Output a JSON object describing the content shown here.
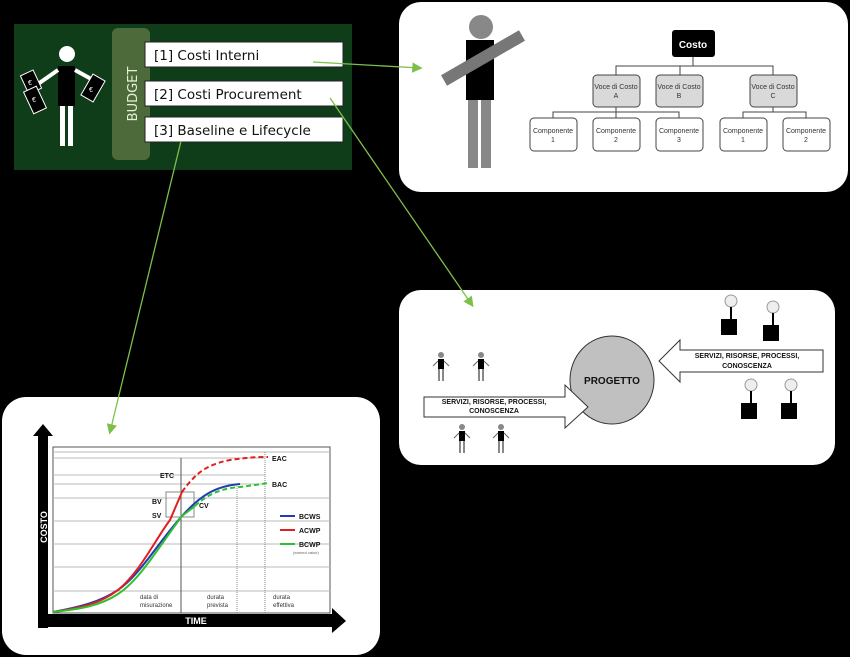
{
  "budget": {
    "title": "BUDGET",
    "items": [
      {
        "label": "[1] Costi Interni"
      },
      {
        "label": "[2] Costi Procurement"
      },
      {
        "label": "[3] Baseline e Lifecycle"
      }
    ]
  },
  "cost_tree": {
    "root": "Costo",
    "voci": [
      {
        "line1": "Voce di Costo",
        "line2": "A"
      },
      {
        "line1": "Voce di Costo",
        "line2": "B"
      },
      {
        "line1": "Voce di Costo",
        "line2": "C"
      }
    ],
    "componenti": [
      {
        "line1": "Componente",
        "line2": "1"
      },
      {
        "line1": "Componente",
        "line2": "2"
      },
      {
        "line1": "Componente",
        "line2": "3"
      },
      {
        "line1": "Componente",
        "line2": "1"
      },
      {
        "line1": "Componente",
        "line2": "2"
      }
    ]
  },
  "procurement": {
    "center": "PROGETTO",
    "left_arrow": {
      "line1": "SERVIZI, RISORSE, PROCESSI,",
      "line2": "CONOSCENZA"
    },
    "right_arrow": {
      "line1": "SERVIZI, RISORSE, PROCESSI,",
      "line2": "CONOSCENZA"
    }
  },
  "evm_chart": {
    "y_axis": "COSTO",
    "x_axis": "TIME",
    "labels": {
      "eac": "EAC",
      "bac": "BAC",
      "etc": "ETC",
      "bv": "BV",
      "sv": "SV",
      "cv": "CV"
    },
    "legend": [
      {
        "name": "BCWS",
        "color": "#1f3fb0"
      },
      {
        "name": "ACWP",
        "color": "#e02020"
      },
      {
        "name": "BCWP",
        "color": "#2fc02f",
        "note": "(earned value)"
      }
    ],
    "milestones": [
      {
        "line1": "data di",
        "line2": "misurazione"
      },
      {
        "line1": "durata",
        "line2": "prevista"
      },
      {
        "line1": "durata",
        "line2": "effettiva"
      }
    ]
  },
  "colors": {
    "panel_green": "#0f3d1a",
    "pill_green": "#4d6b3a",
    "connector": "#7cc04a"
  }
}
